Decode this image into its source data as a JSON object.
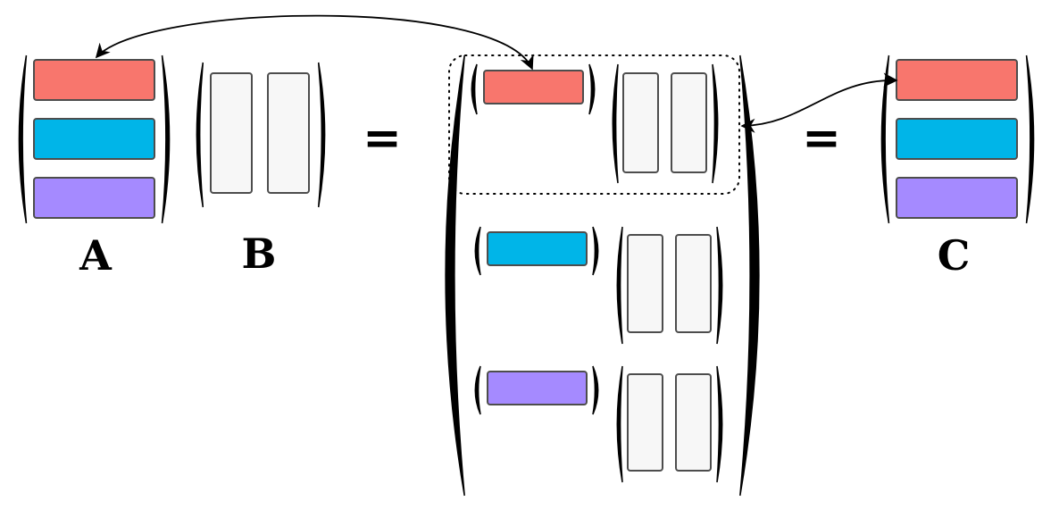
{
  "labels": {
    "a": "A",
    "b": "B",
    "c": "C"
  },
  "equals": [
    "=",
    "="
  ],
  "colors": {
    "row1": "#f8766d",
    "row2": "#00b5e8",
    "row3": "#a58aff",
    "column": "#f7f7f7",
    "stroke": "#4d4d4d"
  }
}
